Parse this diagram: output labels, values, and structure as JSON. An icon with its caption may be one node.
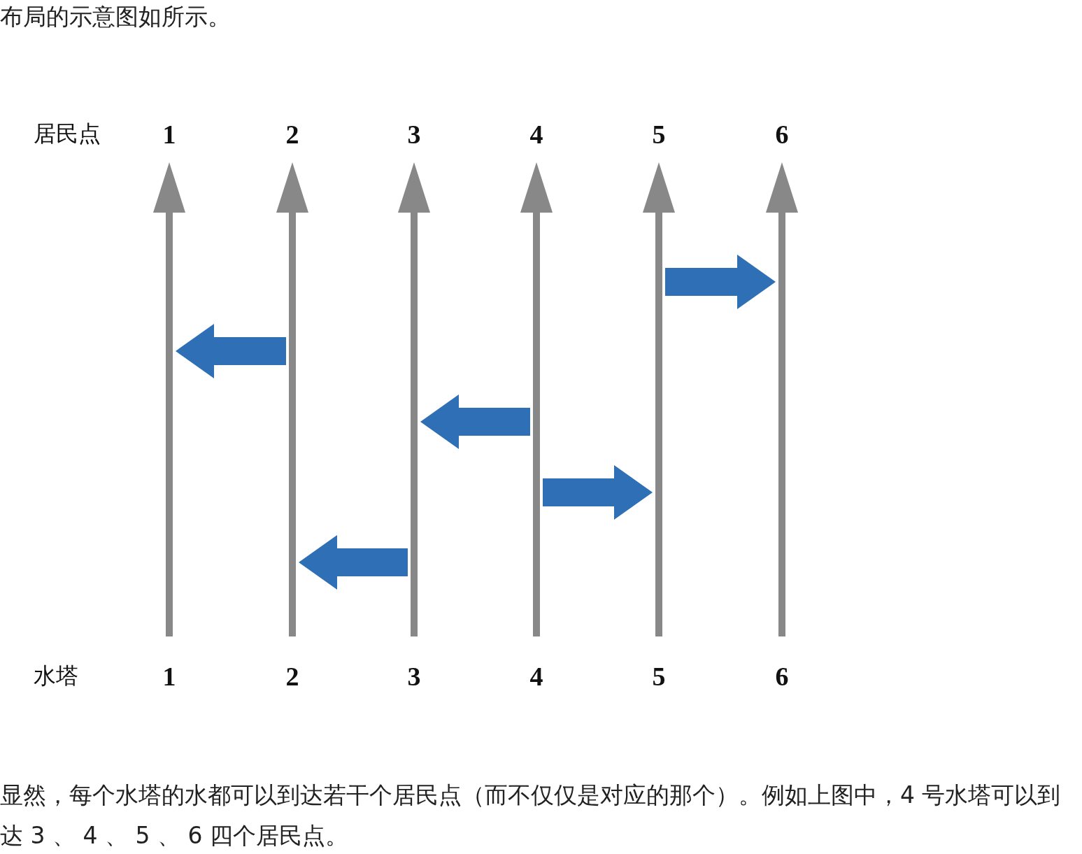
{
  "diagram": {
    "title": "布局的示意图如所示。",
    "caption": "显然，每个水塔的水都可以到达若干个居民点（而不仅仅是对应的那个）。例如上图中，4 号水塔可以到达 3 、 4 、 5 、 6 四个居民点。",
    "nodes": [
      {
        "text": [],
        "shape": "arrow"
      },
      {
        "text": [],
        "shape": "arrow"
      },
      {
        "text": [],
        "shape": "arrow"
      },
      {
        "text": [],
        "shape": "arrow"
      },
      {
        "text": [],
        "shape": "arrow"
      },
      {
        "text": [],
        "shape": "arrow"
      }
    ],
    "edges": [
      {
        "from": 4,
        "to": 5,
        "arrow": "to",
        "style": "thick"
      },
      {
        "from": 1,
        "to": 0,
        "arrow": "to",
        "style": "thick"
      },
      {
        "from": 3,
        "to": 2,
        "arrow": "to",
        "style": "thick"
      },
      {
        "from": 3,
        "to": 4,
        "arrow": "to",
        "style": "thick"
      },
      {
        "from": 2,
        "to": 1,
        "arrow": "to",
        "style": "thick"
      }
    ],
    "labels": [
      "居民点",
      "1",
      "2",
      "3",
      "4",
      "5",
      "6",
      "水塔",
      "1",
      "2",
      "3",
      "4",
      "5",
      "6"
    ]
  }
}
